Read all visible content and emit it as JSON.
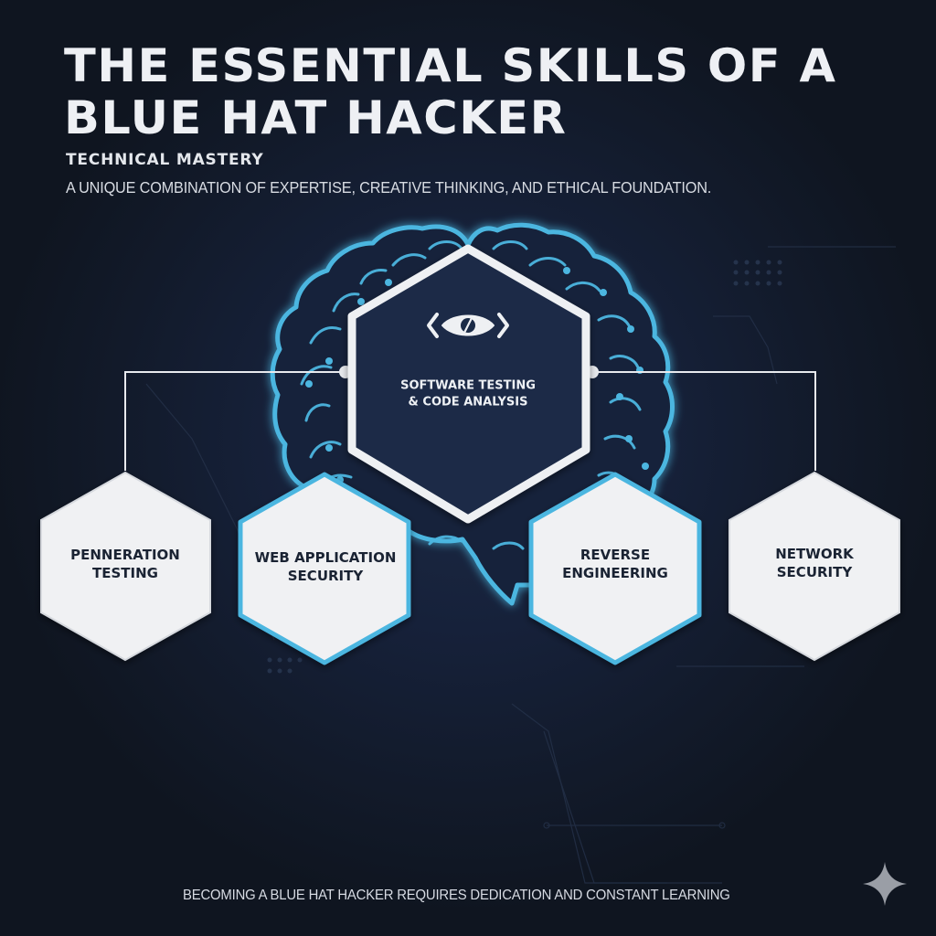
{
  "header": {
    "title_line1": "THE ESSENTIAL SKILLS OF A",
    "title_line2": "BLUE HAT HACKER",
    "subtitle": "TECHNICAL MASTERY",
    "tagline": "A UNIQUE COMBINATION OF EXPERTISE, CREATIVE THINKING, AND ETHICAL FOUNDATION."
  },
  "diagram": {
    "central_icon": "code-eye-icon",
    "center_skill": {
      "line1": "SOFTWARE TESTING",
      "line2": "& CODE ANALYSIS",
      "icon": "code-eye-icon"
    },
    "skills": [
      {
        "line1": "PENNERATION",
        "line2": "TESTING",
        "border": "white"
      },
      {
        "line1": "WEB APPLICATION",
        "line2": "SECURITY",
        "border": "blue"
      },
      {
        "line1": "REVERSE",
        "line2": "ENGINEERING",
        "border": "blue"
      },
      {
        "line1": "NETWORK",
        "line2": "SECURITY",
        "border": "white"
      }
    ],
    "background_motif": "brain-icon"
  },
  "footer": {
    "text": "BECOMING A BLUE HAT HACKER REQUIRES DEDICATION AND CONSTANT LEARNING",
    "corner_icon": "sparkle-icon"
  },
  "colors": {
    "background": "#131a28",
    "accent_blue": "#4cb6e0",
    "hex_fill": "#f0f1f3",
    "center_hex_fill": "#1b2b47",
    "text_dark": "#1a2333",
    "text_light": "#eef0f4"
  }
}
